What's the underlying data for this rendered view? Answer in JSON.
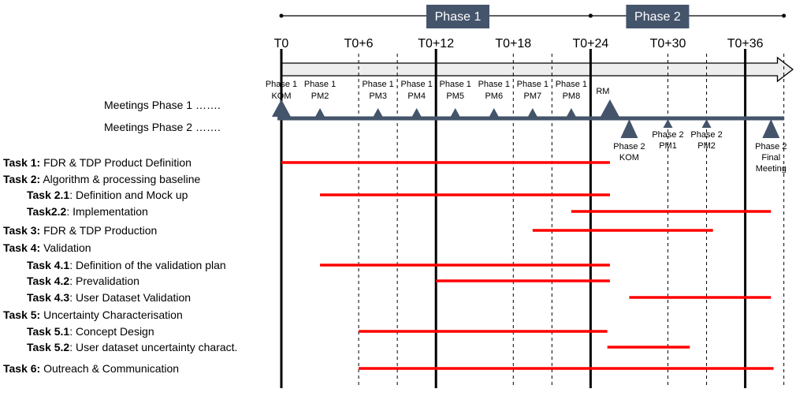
{
  "phases": [
    {
      "label": "Phase 1",
      "start": 0,
      "end": 24
    },
    {
      "label": "Phase 2",
      "start": 24,
      "end": 39
    }
  ],
  "timeline": {
    "ticks": [
      {
        "label": "T0",
        "month": 0
      },
      {
        "label": "T0+6",
        "month": 6
      },
      {
        "label": "T0+12",
        "month": 12
      },
      {
        "label": "T0+18",
        "month": 18
      },
      {
        "label": "T0+24",
        "month": 24
      },
      {
        "label": "T0+30",
        "month": 30
      },
      {
        "label": "T0+36",
        "month": 36
      }
    ],
    "solid_lines": [
      0,
      12,
      24,
      36
    ],
    "dashed_lines": [
      6,
      9,
      18,
      21,
      30,
      33,
      39
    ]
  },
  "meeting_rows": {
    "phase1": "Meetings Phase 1  …….",
    "phase2": "Meetings Phase 2  ……."
  },
  "meetings_phase1": [
    {
      "l1": "Phase 1",
      "l2": "KOM",
      "month": 0,
      "size": "large"
    },
    {
      "l1": "Phase 1",
      "l2": "PM2",
      "month": 3,
      "size": "small"
    },
    {
      "l1": "Phase 1",
      "l2": "PM3",
      "month": 7.5,
      "size": "small"
    },
    {
      "l1": "Phase 1",
      "l2": "PM4",
      "month": 10.5,
      "size": "small"
    },
    {
      "l1": "Phase 1",
      "l2": "PM5",
      "month": 13.5,
      "size": "small"
    },
    {
      "l1": "Phase 1",
      "l2": "PM6",
      "month": 16.5,
      "size": "small"
    },
    {
      "l1": "Phase 1",
      "l2": "PM7",
      "month": 19.5,
      "size": "small"
    },
    {
      "l1": "Phase 1",
      "l2": "PM8",
      "month": 22.5,
      "size": "small"
    },
    {
      "l1": "RM",
      "l2": "",
      "month": 25.5,
      "size": "large"
    }
  ],
  "meetings_phase2": [
    {
      "l1": "Phase 2",
      "l2": "KOM",
      "l3": "",
      "month": 27,
      "size": "large"
    },
    {
      "l1": "Phase 2",
      "l2": "PM1",
      "l3": "",
      "month": 30,
      "size": "small"
    },
    {
      "l1": "Phase 2",
      "l2": "PM2",
      "l3": "",
      "month": 33,
      "size": "small"
    },
    {
      "l1": "Phase 2",
      "l2": "Final",
      "l3": "Meeting",
      "month": 38,
      "size": "large"
    }
  ],
  "tasks": [
    {
      "name": "Task 1:",
      "desc": " FDR & TDP Product Definition",
      "indent": 0,
      "start": 0,
      "end": 25.5
    },
    {
      "name": "Task 2:",
      "desc": " Algorithm & processing baseline",
      "indent": 0,
      "start": null,
      "end": null
    },
    {
      "name": "Task 2.1",
      "desc": ": Definition and Mock up",
      "indent": 1,
      "start": 3,
      "end": 25.5
    },
    {
      "name": "Task2.2",
      "desc": ": Implementation",
      "indent": 1,
      "start": 22.5,
      "end": 38
    },
    {
      "name": "Task 3:",
      "desc": " FDR & TDP Production",
      "indent": 0,
      "start": 19.5,
      "end": 33.5
    },
    {
      "name": "Task 4:",
      "desc": " Validation",
      "indent": 0,
      "start": null,
      "end": null
    },
    {
      "name": "Task 4.1",
      "desc": ": Definition of the validation plan",
      "indent": 1,
      "start": 3,
      "end": 25.5
    },
    {
      "name": "Task 4.2",
      "desc": ": Prevalidation",
      "indent": 1,
      "start": 12,
      "end": 25.5
    },
    {
      "name": "Task 4.3",
      "desc": ": User Dataset Validation",
      "indent": 1,
      "start": 27,
      "end": 38
    },
    {
      "name": "Task 5:",
      "desc": " Uncertainty Characterisation",
      "indent": 0,
      "start": null,
      "end": null
    },
    {
      "name": "Task 5.1",
      "desc": ": Concept Design",
      "indent": 1,
      "start": 6,
      "end": 25.3
    },
    {
      "name": "Task 5.2",
      "desc": ": User dataset uncertainty charact.",
      "indent": 1,
      "start": 25.3,
      "end": 31.7
    },
    {
      "name": "Task 6:",
      "desc": " Outreach & Communication",
      "indent": 0,
      "start": 6,
      "end": 38.2
    }
  ],
  "colors": {
    "bar": "#ff0000",
    "phase_box": "#44546a",
    "meeting_line": "#44546a",
    "arrow_fill": "#eeeeee"
  }
}
